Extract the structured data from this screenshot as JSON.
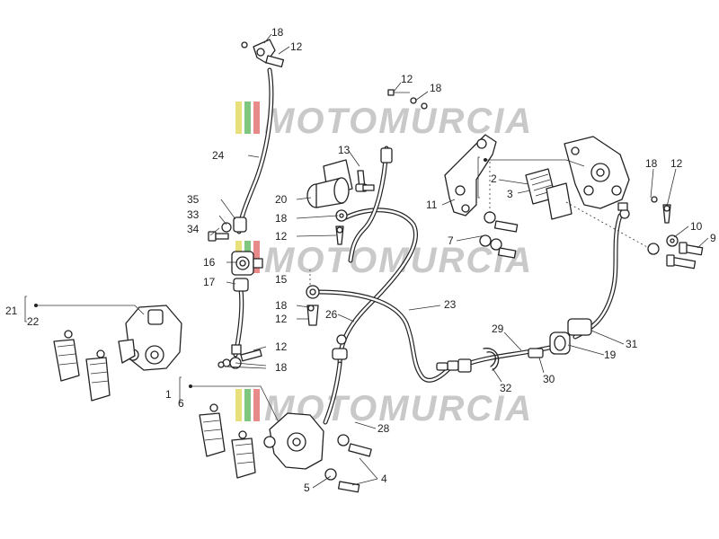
{
  "watermark": {
    "text": "MOTOMURCIA",
    "colors": [
      "#e8e07a",
      "#7fc77f",
      "#e98a8a"
    ]
  },
  "labels": [
    {
      "id": "l18a",
      "text": "18"
    },
    {
      "id": "l12a",
      "text": "12"
    },
    {
      "id": "l12b",
      "text": "12"
    },
    {
      "id": "l18b",
      "text": "18"
    },
    {
      "id": "l24",
      "text": "24"
    },
    {
      "id": "l13",
      "text": "13"
    },
    {
      "id": "l20",
      "text": "20"
    },
    {
      "id": "l18c",
      "text": "18"
    },
    {
      "id": "l12c",
      "text": "12"
    },
    {
      "id": "l35",
      "text": "35"
    },
    {
      "id": "l33",
      "text": "33"
    },
    {
      "id": "l34",
      "text": "34"
    },
    {
      "id": "l16",
      "text": "16"
    },
    {
      "id": "l17",
      "text": "17"
    },
    {
      "id": "l15",
      "text": "15"
    },
    {
      "id": "l18d",
      "text": "18"
    },
    {
      "id": "l12d",
      "text": "12"
    },
    {
      "id": "l26",
      "text": "26"
    },
    {
      "id": "l23",
      "text": "23"
    },
    {
      "id": "l21",
      "text": "21"
    },
    {
      "id": "l22",
      "text": "22"
    },
    {
      "id": "l12e",
      "text": "12"
    },
    {
      "id": "l18e",
      "text": "18"
    },
    {
      "id": "l1",
      "text": "1"
    },
    {
      "id": "l6",
      "text": "6"
    },
    {
      "id": "l28",
      "text": "28"
    },
    {
      "id": "l4",
      "text": "4"
    },
    {
      "id": "l5",
      "text": "5"
    },
    {
      "id": "l11",
      "text": "11"
    },
    {
      "id": "l2",
      "text": "2"
    },
    {
      "id": "l3",
      "text": "3"
    },
    {
      "id": "l7",
      "text": "7"
    },
    {
      "id": "l18f",
      "text": "18"
    },
    {
      "id": "l12f",
      "text": "12"
    },
    {
      "id": "l10",
      "text": "10"
    },
    {
      "id": "l9",
      "text": "9"
    },
    {
      "id": "l29",
      "text": "29"
    },
    {
      "id": "l30",
      "text": "30"
    },
    {
      "id": "l32",
      "text": "32"
    },
    {
      "id": "l19",
      "text": "19"
    },
    {
      "id": "l31",
      "text": "31"
    }
  ]
}
